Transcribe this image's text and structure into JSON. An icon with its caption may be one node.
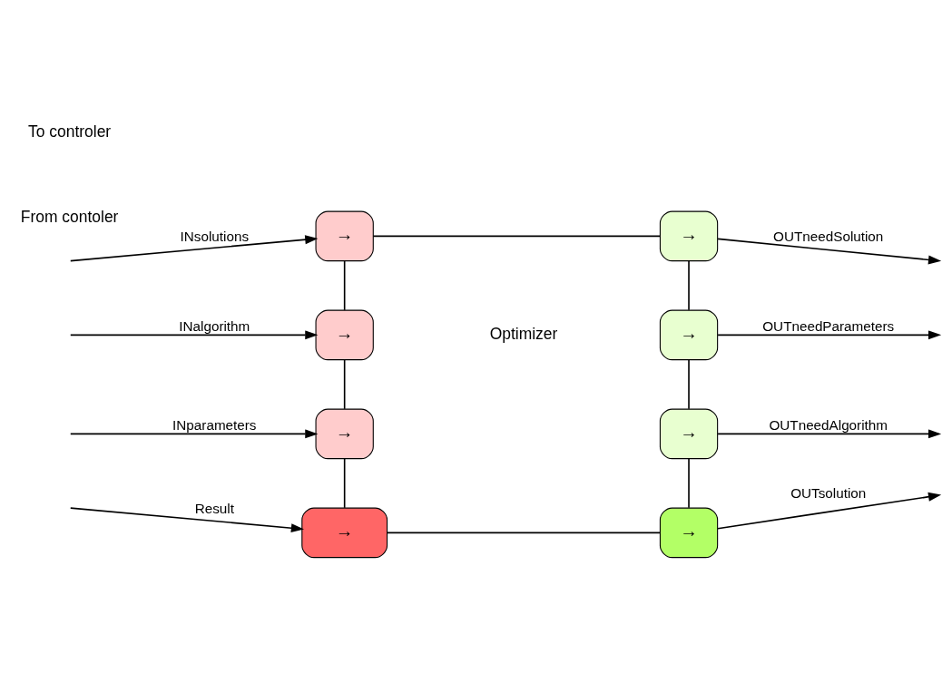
{
  "diagram": {
    "nodes": [
      {
        "text": [
          "→"
        ]
      },
      {
        "text": [
          "→"
        ]
      },
      {
        "text": [
          "→"
        ]
      },
      {
        "text": [
          "→"
        ]
      },
      {
        "text": [
          "→"
        ]
      },
      {
        "text": [
          "→"
        ]
      },
      {
        "text": [
          "→"
        ]
      },
      {
        "text": [
          "→"
        ]
      }
    ],
    "edges": [
      {
        "from": null,
        "to": 0,
        "arrow": "to",
        "label": "INsolutions"
      },
      {
        "from": null,
        "to": 1,
        "arrow": "to",
        "label": "INalgorithm"
      },
      {
        "from": null,
        "to": 2,
        "arrow": "to",
        "label": "INparameters"
      },
      {
        "from": null,
        "to": 3,
        "arrow": "to",
        "label": "Result"
      },
      {
        "from": 4,
        "to": null,
        "arrow": "to",
        "label": "OUTneedSolution"
      },
      {
        "from": 5,
        "to": null,
        "arrow": "to",
        "label": "OUTneedParameters"
      },
      {
        "from": 6,
        "to": null,
        "arrow": "to",
        "label": "OUTneedAlgorithm"
      },
      {
        "from": 7,
        "to": null,
        "arrow": "to",
        "label": "OUTsolution"
      },
      {
        "from": 0,
        "to": 1,
        "arrow": "none"
      },
      {
        "from": 1,
        "to": 2,
        "arrow": "none"
      },
      {
        "from": 2,
        "to": 3,
        "arrow": "none"
      },
      {
        "from": 4,
        "to": 5,
        "arrow": "none"
      },
      {
        "from": 5,
        "to": 6,
        "arrow": "none"
      },
      {
        "from": 6,
        "to": 7,
        "arrow": "none"
      },
      {
        "from": 0,
        "to": 4,
        "arrow": "none"
      },
      {
        "from": 3,
        "to": 7,
        "arrow": "none"
      }
    ],
    "labels": [
      "To controler",
      "From contoler",
      "Optimizer"
    ]
  }
}
